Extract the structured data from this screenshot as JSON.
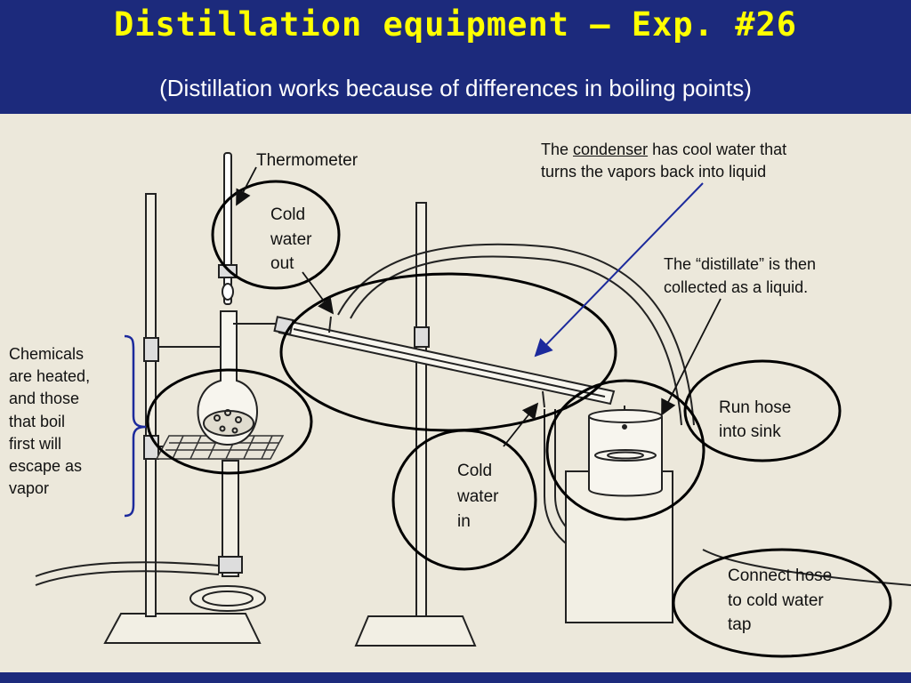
{
  "header": {
    "title": "Distillation equipment – Exp. #26",
    "subtitle": "(Distillation works because of differences in boiling points)"
  },
  "labels": {
    "thermometer": "Thermometer",
    "cold_water_out": [
      "Cold",
      "water",
      "out"
    ],
    "condenser_note": {
      "prefix": "The ",
      "underlined": "condenser",
      "suffix": " has cool water that",
      "line2": "turns the vapors back into liquid"
    },
    "distillate_note": [
      "The “distillate” is then",
      "collected as a liquid."
    ],
    "chemicals_note": [
      "Chemicals",
      "are heated,",
      "and those",
      "that boil",
      "first will",
      "escape as",
      "vapor"
    ],
    "run_hose": [
      "Run hose",
      "into sink"
    ],
    "cold_water_in": [
      "Cold",
      "water",
      "in"
    ],
    "connect_hose": [
      "Connect hose",
      "to cold water",
      "tap"
    ]
  },
  "colors": {
    "header_bg": "#1c2a7c",
    "title": "#ffff00",
    "subtitle": "#ffffff",
    "paper": "#ece8db",
    "arrow_blue": "#1c2a9c"
  }
}
